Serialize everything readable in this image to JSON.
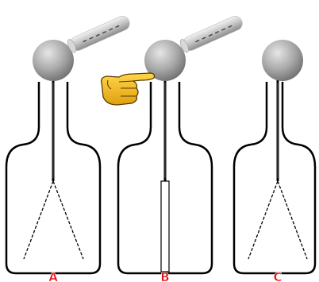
{
  "panels": [
    {
      "label": "A",
      "has_rod": true,
      "has_finger": false,
      "leaves": "diverged"
    },
    {
      "label": "B",
      "has_rod": true,
      "has_finger": true,
      "leaves": "collapsed"
    },
    {
      "label": "C",
      "has_rod": false,
      "has_finger": false,
      "leaves": "diverged"
    }
  ],
  "colors": {
    "outline": "#000000",
    "sphere_light": "#e6e6e6",
    "sphere_dark": "#6a6a6a",
    "rod_light": "#f2f2f2",
    "rod_dark": "#8c8c8c",
    "hand": "#f0b81c",
    "label": "#e01010"
  },
  "icons": {
    "sphere": "metal-sphere-icon",
    "rod": "charged-rod-icon",
    "hand": "pointing-hand-icon"
  }
}
